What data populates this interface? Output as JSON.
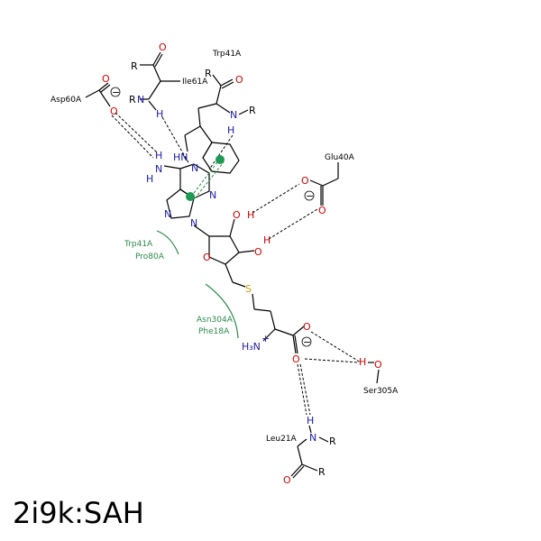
{
  "title": "2i9k:SAH",
  "residues": {
    "trp41_top": "Trp41A",
    "ile61": "Ile61A",
    "asp60": "Asp60A",
    "glu40": "Glu40A",
    "trp41_contact": "Trp41A",
    "pro80": "Pro80A",
    "asn304": "Asn304A",
    "phe18": "Phe18A",
    "ser305": "Ser305A",
    "leu21": "Leu21A"
  },
  "atoms": {
    "R": "R",
    "N": "N",
    "H": "H",
    "O": "O",
    "S": "S",
    "HN": "HN",
    "minus": "−",
    "H3N": "H₃N",
    "plus": "+"
  },
  "colors": {
    "nitrogen": "#1a1aa8",
    "oxygen": "#d40000",
    "sulfur": "#c8a000",
    "hydrophobic": "#2a8a4a"
  }
}
